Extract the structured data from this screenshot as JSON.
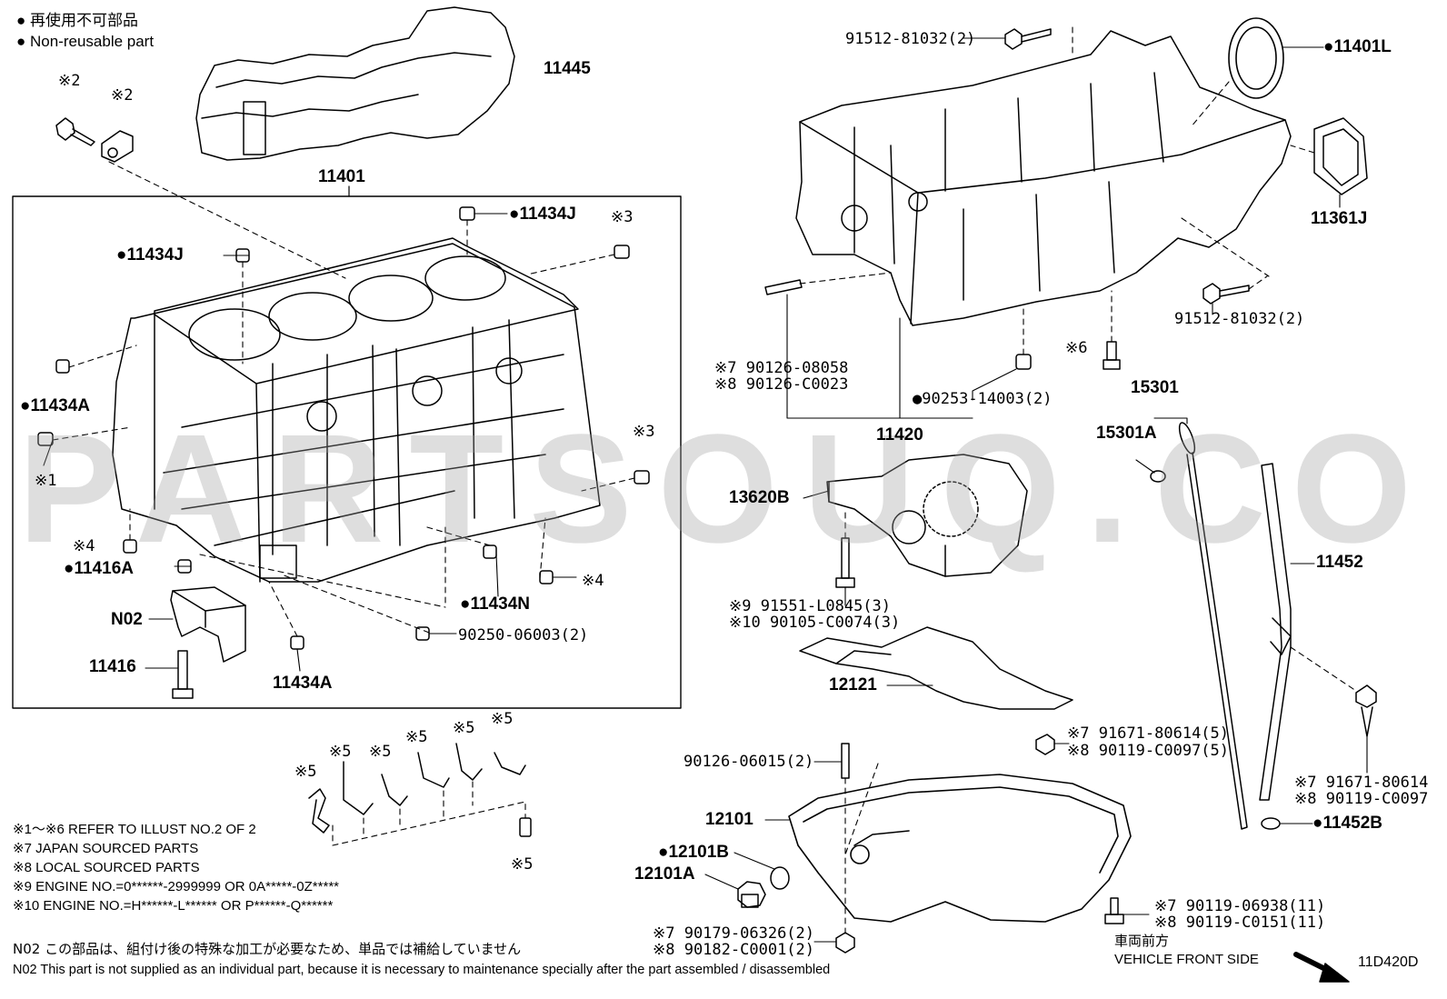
{
  "legend": {
    "jp": "● 再使用不可部品",
    "en": "● Non-reusable part"
  },
  "watermark": "PARTSOUQ.COM",
  "labels": {
    "p11445": "11445",
    "p11401": "11401",
    "p11434J_top": "●11434J",
    "p11434J_left": "●11434J",
    "ref3_top": "※3",
    "ref2_a": "※2",
    "ref2_b": "※2",
    "p11434A_upper": "●11434A",
    "ref1": "※1",
    "ref3_mid": "※3",
    "ref4_left": "※4",
    "p11416A": "●11416A",
    "ref4_right": "※4",
    "p11434N": "●11434N",
    "pN02": "N02",
    "p90250": "90250-06003(2)",
    "p11416": "11416",
    "p11434A_lower": "11434A",
    "ref5_1": "※5",
    "ref5_2": "※5",
    "ref5_3": "※5",
    "ref5_4": "※5",
    "ref5_5": "※5",
    "ref5_6": "※5",
    "ref5_7": "※5",
    "p91512_top": "91512-81032(2)",
    "p11401L": "●11401L",
    "p11361J": "11361J",
    "p91512_bottom": "91512-81032(2)",
    "ref6": "※6",
    "p90126_08058": "※7 90126-08058",
    "p90126_C0023": "※8 90126-C0023",
    "p90253": "●90253-14003(2)",
    "p11420": "11420",
    "p15301": "15301",
    "p15301A": "15301A",
    "p13620B": "13620B",
    "p11452": "11452",
    "p91551": "※9  91551-L0845(3)",
    "p90105": "※10 90105-C0074(3)",
    "p12121": "12121",
    "p91671_a": "※7 91671-80614(5)",
    "p90119_a": "※8 90119-C0097(5)",
    "p91671_b": "※7 91671-80614",
    "p90119_b": "※8 90119-C0097",
    "p90126_06015": "90126-06015(2)",
    "p12101": "12101",
    "p12101B": "●12101B",
    "p12101A": "12101A",
    "p11452B": "●11452B",
    "p90119_06938": "※7 90119-06938(11)",
    "p90119_C0151": "※8 90119-C0151(11)",
    "p90179": "※7 90179-06326(2)",
    "p90182": "※8 90182-C0001(2)",
    "front_jp": "車両前方",
    "front_en": "VEHICLE FRONT SIDE",
    "diagram_id": "11D420D"
  },
  "notes": [
    "※1～※6  REFER TO ILLUST NO.2 OF 2",
    "※7  JAPAN SOURCED PARTS",
    "※8  LOCAL SOURCED PARTS",
    "※9  ENGINE NO.=0******-2999999 OR 0A*****-0Z*****",
    "※10  ENGINE NO.=H******-L****** OR P******-Q******",
    "N02   この部品は、組付け後の特殊な加工が必要なため、単品では補給していません",
    "N02   This part is not supplied as an individual part, because it is necessary to maintenance specially after the part assembled / disassembled"
  ]
}
